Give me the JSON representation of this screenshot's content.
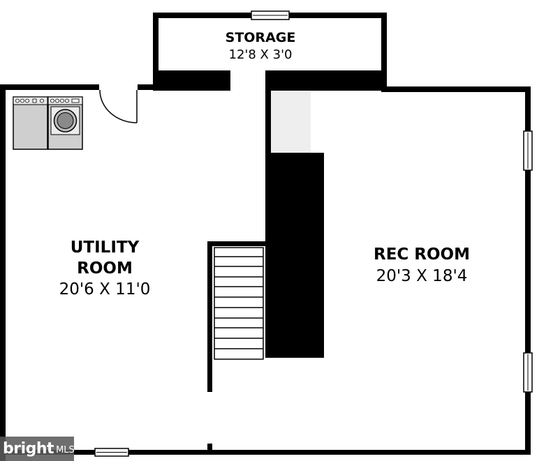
{
  "rooms": {
    "storage": {
      "name": "STORAGE",
      "dims": "12'8 X 3'0"
    },
    "utility": {
      "name_line1": "UTILITY",
      "name_line2": "ROOM",
      "dims": "20'6 X 11'0"
    },
    "rec": {
      "name": "REC ROOM",
      "dims": "20'3 X 18'4"
    }
  },
  "watermark": {
    "brand": "bright",
    "suffix": "MLS"
  },
  "icons": [
    "washer-icon",
    "dryer-icon",
    "stairs-icon",
    "door-swing-icon",
    "window-icon"
  ],
  "colors": {
    "wall": "#000000",
    "floor": "#ffffff",
    "appliance": "#cfcfcf",
    "landing": "#eeeeee"
  }
}
